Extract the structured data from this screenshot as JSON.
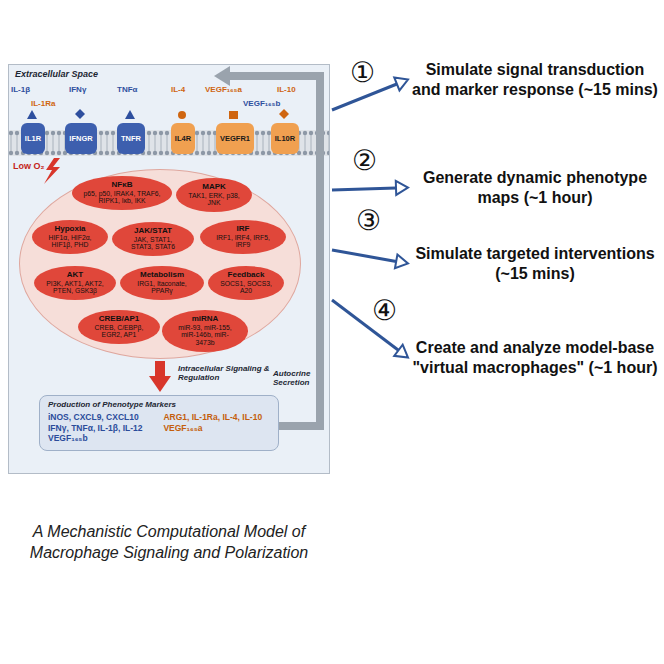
{
  "diagram": {
    "caption": "A Mechanistic Computational Model of Macrophage Signaling and Polarization",
    "nodes": [
      {
        "text": [
          "Extracellular Space"
        ]
      },
      {
        "text": [
          "IL1R"
        ],
        "in": 0
      },
      {
        "text": [
          "IFNGR"
        ],
        "in": 0
      },
      {
        "text": [
          "TNFR"
        ],
        "in": 0
      },
      {
        "text": [
          "IL4R"
        ],
        "in": 0
      },
      {
        "text": [
          "VEGFR1"
        ],
        "in": 0
      },
      {
        "text": [
          "IL10R"
        ],
        "in": 0
      },
      {
        "text": [
          "Intracellular Signaling & Regulation"
        ],
        "in": 0
      },
      {
        "text": [
          "NFκB",
          "p65, p50, IRAK4, TRAF6, RIPK1, Iκb, IKK"
        ],
        "in": 7
      },
      {
        "text": [
          "MAPK",
          "TAK1, ERK, p38, JNK"
        ],
        "in": 7
      },
      {
        "text": [
          "Hypoxia",
          "HIF1α, HIF2α, HIF1β, PHD"
        ],
        "in": 7
      },
      {
        "text": [
          "JAK/STAT",
          "JAK, STAT1, STAT3, STAT6"
        ],
        "in": 7
      },
      {
        "text": [
          "IRF",
          "IRF1, IRF4, IRF5, IRF9"
        ],
        "in": 7
      },
      {
        "text": [
          "AKT",
          "PI3K, AKT1, AKT2, PTEN, GSK3β"
        ],
        "in": 7
      },
      {
        "text": [
          "Metabolism",
          "IRG1, Itaconate, PPARγ"
        ],
        "in": 7
      },
      {
        "text": [
          "Feedback",
          "SOCS1, SOCS3, A20"
        ],
        "in": 7
      },
      {
        "text": [
          "CREB/AP1",
          "CREB, C/EBPβ, EGR2, AP1"
        ],
        "in": 7
      },
      {
        "text": [
          "miRNA",
          "miR-93, miR-155, miR-146b, miR-3473b"
        ],
        "in": 7
      },
      {
        "text": [
          "Production of Phenotype Markers",
          "iNOS, CXCL9, CXCL10 IFNγ, TNFα, IL-1β, IL-12 VEGF₁₆₅b",
          "ARG1, IL-1Ra, IL-4, IL-10 VEGF₁₆₅a"
        ],
        "in": 0
      },
      {
        "text": [
          "Simulate signal transduction and marker response (~15 mins)"
        ]
      },
      {
        "text": [
          "Generate dynamic phenotype maps (~1 hour)"
        ]
      },
      {
        "text": [
          "Simulate targeted interventions (~15 mins)"
        ]
      },
      {
        "text": [
          "Create and analyze model-base \"virtual macrophages\" (~1 hour)"
        ]
      }
    ],
    "edges": [
      {
        "from": 7,
        "to": 18,
        "arrow": "to"
      },
      {
        "from": 0,
        "to": 19,
        "arrow": "to"
      },
      {
        "from": 0,
        "to": 20,
        "arrow": "to"
      },
      {
        "from": 0,
        "to": 21,
        "arrow": "to"
      },
      {
        "from": 0,
        "to": 22,
        "arrow": "to"
      }
    ],
    "labels": [
      "①",
      "②",
      "③",
      "④",
      "IL-1β",
      "IL-1Ra",
      "IFNγ",
      "TNFα",
      "IL-4",
      "VEGF₁₆₅a",
      "VEGF₁₆₅b",
      "IL-10",
      "Low O₂",
      "Autocrine Secretion"
    ]
  }
}
